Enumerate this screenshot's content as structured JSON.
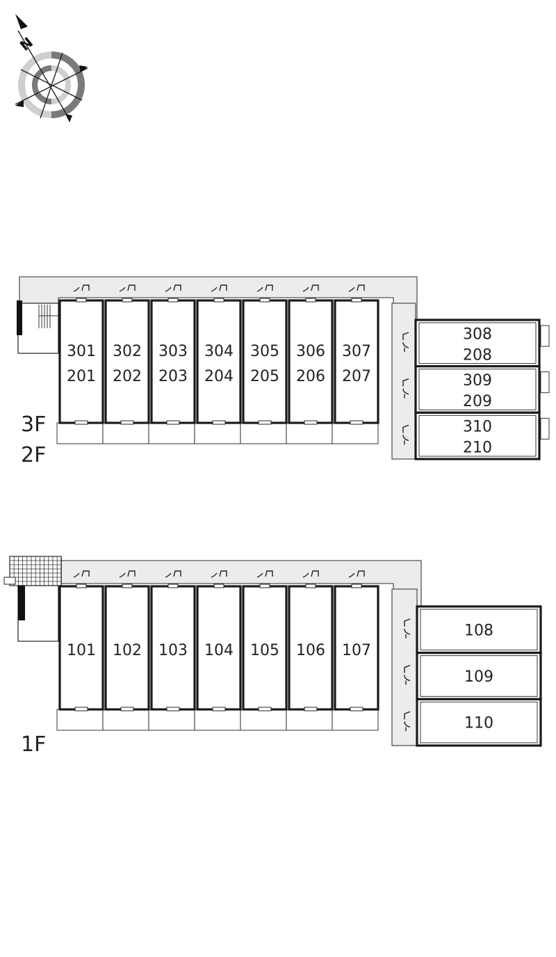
{
  "compass": {
    "north_label": "N",
    "icon": "compass-icon"
  },
  "upper": {
    "floor_labels": [
      "3F",
      "2F"
    ],
    "row_units": [
      [
        "301",
        "201"
      ],
      [
        "302",
        "202"
      ],
      [
        "303",
        "203"
      ],
      [
        "304",
        "204"
      ],
      [
        "305",
        "205"
      ],
      [
        "306",
        "206"
      ],
      [
        "307",
        "207"
      ]
    ],
    "side_units": [
      [
        "308",
        "208"
      ],
      [
        "309",
        "209"
      ],
      [
        "310",
        "210"
      ]
    ]
  },
  "lower": {
    "floor_labels": [
      "1F"
    ],
    "row_units": [
      [
        "101"
      ],
      [
        "102"
      ],
      [
        "103"
      ],
      [
        "104"
      ],
      [
        "105"
      ],
      [
        "106"
      ],
      [
        "107"
      ]
    ],
    "side_units": [
      [
        "108"
      ],
      [
        "109"
      ],
      [
        "110"
      ]
    ]
  },
  "colors": {
    "wall": "#1a1a1a",
    "corridor": "#ececec",
    "line": "#555555"
  }
}
